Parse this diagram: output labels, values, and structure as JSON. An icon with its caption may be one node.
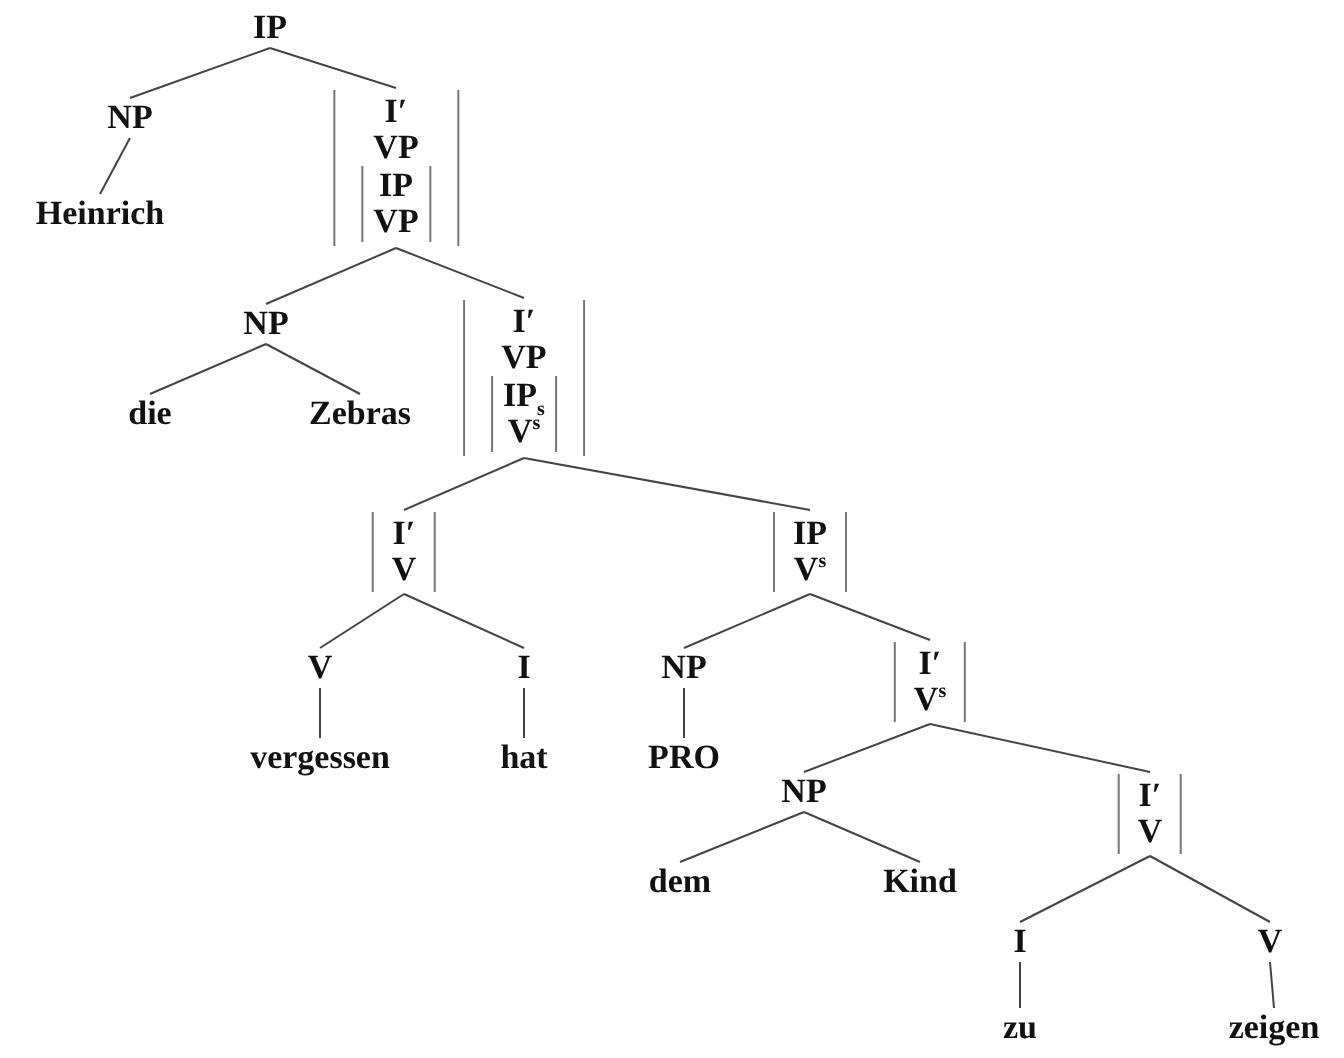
{
  "diagram": {
    "nodes": [
      {
        "text": [
          "IP"
        ]
      },
      {
        "text": [
          "NP"
        ]
      },
      {
        "text": [
          "I′",
          "VP"
        ]
      },
      {
        "text": [
          "IP",
          "VP"
        ],
        "in": 2
      },
      {
        "text": [
          "Heinrich"
        ]
      },
      {
        "text": [
          "NP"
        ]
      },
      {
        "text": [
          "I′",
          "VP"
        ]
      },
      {
        "text": [
          "IP$_{s}$",
          "V$^{s}$"
        ],
        "in": 6
      },
      {
        "text": [
          "die"
        ]
      },
      {
        "text": [
          "Zebras"
        ]
      },
      {
        "text": [
          "I′",
          "V"
        ]
      },
      {
        "text": [
          "IP",
          "V$^{s}$"
        ]
      },
      {
        "text": [
          "V"
        ]
      },
      {
        "text": [
          "I"
        ]
      },
      {
        "text": [
          "NP"
        ]
      },
      {
        "text": [
          "I′",
          "V$^{s}$"
        ]
      },
      {
        "text": [
          "vergessen"
        ]
      },
      {
        "text": [
          "hat"
        ]
      },
      {
        "text": [
          "PRO"
        ]
      },
      {
        "text": [
          "NP"
        ]
      },
      {
        "text": [
          "I′",
          "V"
        ]
      },
      {
        "text": [
          "dem"
        ]
      },
      {
        "text": [
          "Kind"
        ]
      },
      {
        "text": [
          "I"
        ]
      },
      {
        "text": [
          "V"
        ]
      },
      {
        "text": [
          "zu"
        ]
      },
      {
        "text": [
          "zeigen"
        ]
      }
    ],
    "edges": [
      {
        "from": 0,
        "to": 1,
        "arrow": "none"
      },
      {
        "from": 0,
        "to": 2,
        "arrow": "none"
      },
      {
        "from": 1,
        "to": 4,
        "arrow": "none"
      },
      {
        "from": 2,
        "to": 5,
        "arrow": "none"
      },
      {
        "from": 2,
        "to": 6,
        "arrow": "none"
      },
      {
        "from": 5,
        "to": 8,
        "arrow": "none"
      },
      {
        "from": 5,
        "to": 9,
        "arrow": "none"
      },
      {
        "from": 6,
        "to": 10,
        "arrow": "none"
      },
      {
        "from": 6,
        "to": 11,
        "arrow": "none"
      },
      {
        "from": 10,
        "to": 12,
        "arrow": "none"
      },
      {
        "from": 10,
        "to": 13,
        "arrow": "none"
      },
      {
        "from": 12,
        "to": 16,
        "arrow": "none"
      },
      {
        "from": 13,
        "to": 17,
        "arrow": "none"
      },
      {
        "from": 11,
        "to": 14,
        "arrow": "none"
      },
      {
        "from": 11,
        "to": 15,
        "arrow": "none"
      },
      {
        "from": 14,
        "to": 18,
        "arrow": "none"
      },
      {
        "from": 15,
        "to": 19,
        "arrow": "none"
      },
      {
        "from": 15,
        "to": 20,
        "arrow": "none"
      },
      {
        "from": 19,
        "to": 21,
        "arrow": "none"
      },
      {
        "from": 19,
        "to": 22,
        "arrow": "none"
      },
      {
        "from": 20,
        "to": 23,
        "arrow": "none"
      },
      {
        "from": 20,
        "to": 24,
        "arrow": "none"
      },
      {
        "from": 23,
        "to": 25,
        "arrow": "none"
      },
      {
        "from": 24,
        "to": 26,
        "arrow": "none"
      }
    ]
  }
}
